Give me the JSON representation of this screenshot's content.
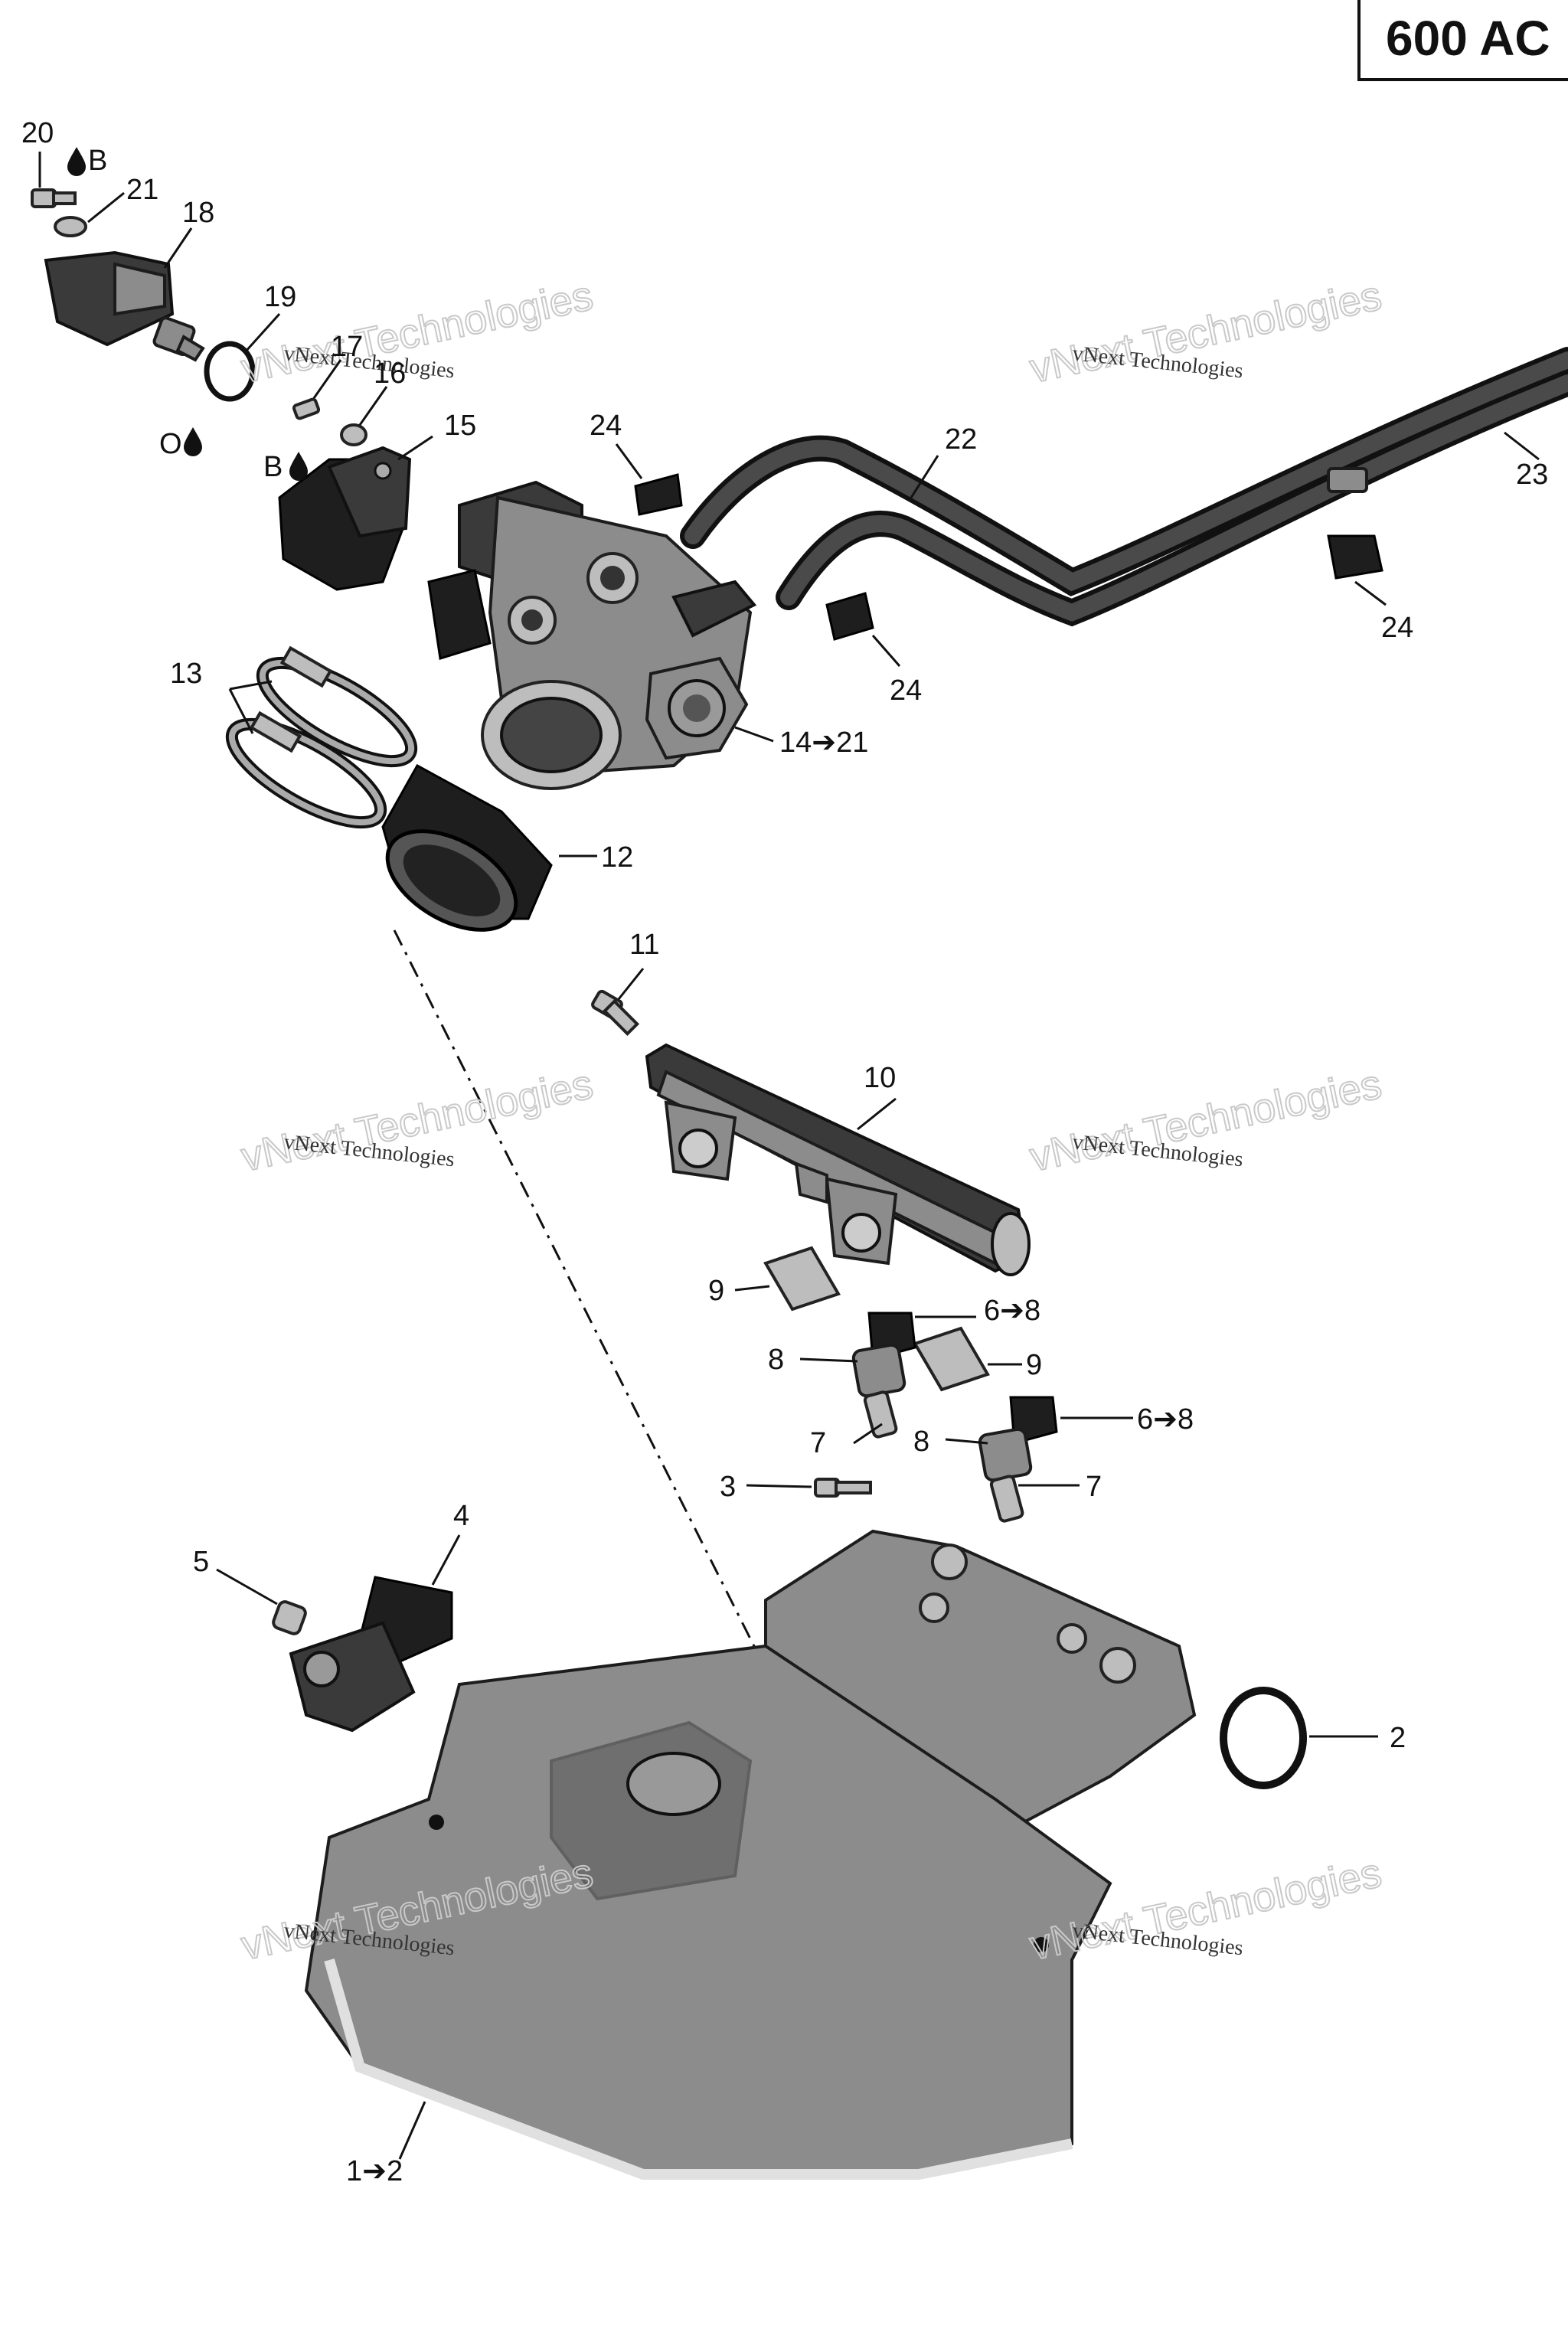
{
  "title": "600 AC",
  "callouts": {
    "c20": "20",
    "c_dropB_top": "B",
    "c21": "21",
    "c18": "18",
    "c19": "19",
    "c_O": "O",
    "c17": "17",
    "c16": "16",
    "c_B_mid": "B",
    "c15": "15",
    "c24a": "24",
    "c22": "22",
    "c23": "23",
    "c24b": "24",
    "c24c": "24",
    "c13": "13",
    "c14_21": "14➔21",
    "c12": "12",
    "c11": "11",
    "c10": "10",
    "c9a": "9",
    "c6_8a": "6➔8",
    "c8a": "8",
    "c9b": "9",
    "c7a": "7",
    "c8b": "8",
    "c6_8b": "6➔8",
    "c3": "3",
    "c7b": "7",
    "c4": "4",
    "c5": "5",
    "c2": "2",
    "c1_2": "1➔2"
  },
  "watermarks": {
    "big": "vNext Technologies",
    "small": "vNext Technologies"
  },
  "icons": [
    "liquid-drop-icon"
  ]
}
